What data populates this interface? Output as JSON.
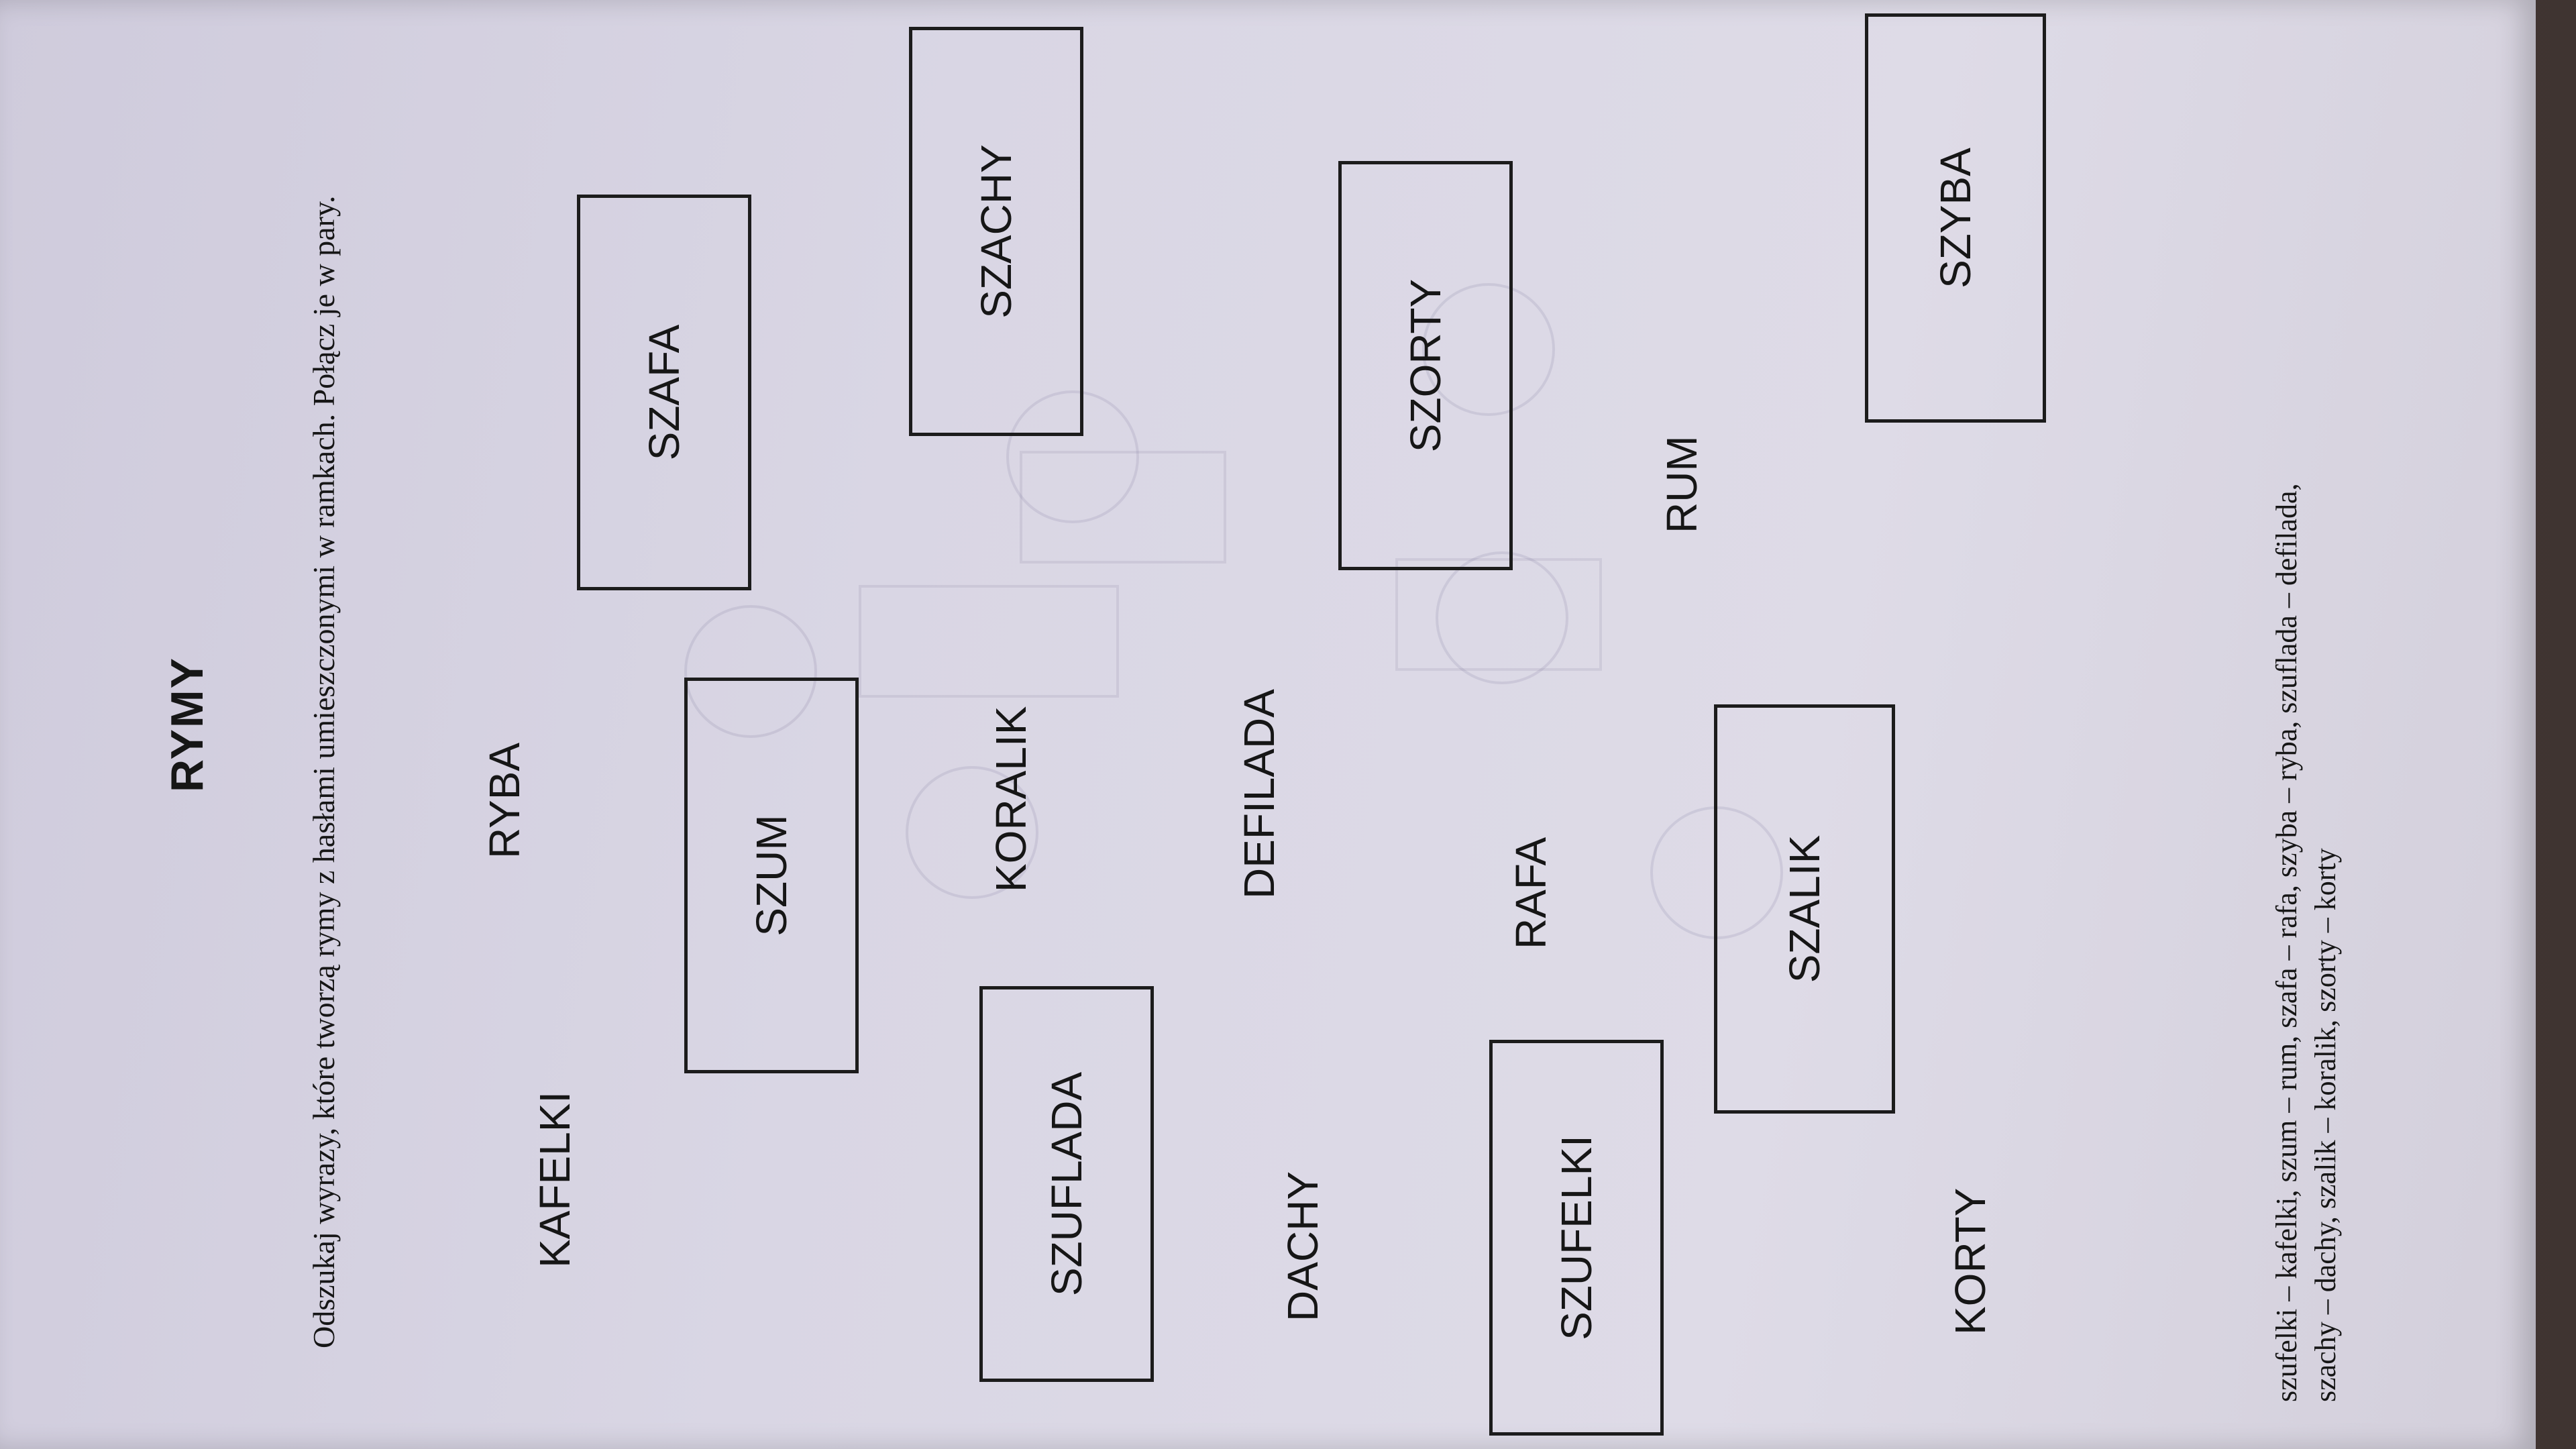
{
  "title": "RYMY",
  "instruction": "Odszukaj wyrazy, które tworzą rymy z hasłami umieszczonymi w ramkach. Połącz je w pary.",
  "free_words": {
    "kafelki": "KAFELKI",
    "ryba": "RYBA",
    "koralik": "KORALIK",
    "dachy": "DACHY",
    "defilada": "DEFILADA",
    "rafa": "RAFA",
    "rum": "RUM",
    "korty": "KORTY"
  },
  "boxed_words": {
    "szafa": "SZAFA",
    "szum": "SZUM",
    "szuflada": "SZUFLADA",
    "szachy": "SZACHY",
    "szufelki": "SZUFELKI",
    "szorty": "SZORTY",
    "szalik": "SZALIK",
    "szyba": "SZYBA"
  },
  "answer_key": {
    "line1": "szufelki – kafelki, szum – rum, szafa – rafa, szyba – ryba, szuflada – defilada,",
    "line2": "szachy – dachy, szalik – koralik, szorty – korty"
  }
}
